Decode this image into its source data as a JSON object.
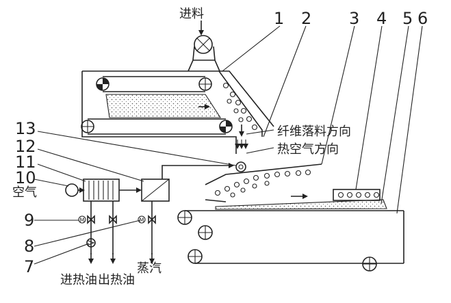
{
  "labels": {
    "feed_in": "进料",
    "fiber_fall_direction": "纤维落料方向",
    "hot_air_direction": "热空气方向",
    "air": "空气",
    "oil_in": "进热油",
    "oil_out": "出热油",
    "steam": "蒸汽"
  },
  "part_numbers": [
    "1",
    "2",
    "3",
    "4",
    "5",
    "6",
    "7",
    "8",
    "9",
    "10",
    "11",
    "12",
    "13"
  ],
  "valve_symbol": "M"
}
